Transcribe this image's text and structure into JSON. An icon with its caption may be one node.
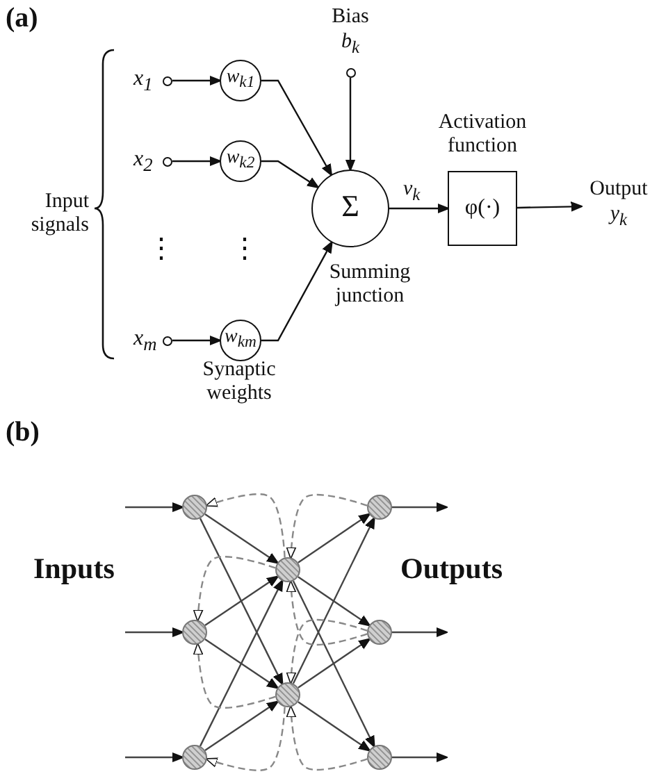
{
  "diagram": {
    "nodes": [
      {
        "text": [
          "x$_{1}$"
        ]
      },
      {
        "text": [
          "w$_{k1}$"
        ]
      },
      {
        "text": [
          "x$_{2}$"
        ]
      },
      {
        "text": [
          "w$_{k2}$"
        ]
      },
      {
        "text": [
          "x$_{m}$"
        ]
      },
      {
        "text": [
          "w$_{km}$"
        ]
      },
      {
        "text": [
          "Σ"
        ],
        "beside": [
          "Summing junction"
        ]
      },
      {
        "text": [
          "Bias",
          "b$_{k}$"
        ]
      },
      {
        "text": [
          "φ(·)"
        ],
        "beside": [
          "Activation function"
        ]
      },
      {
        "text": [
          "Output",
          "y$_{k}$"
        ]
      },
      {
        "text": [],
        "shape": "circle"
      },
      {
        "text": [],
        "shape": "circle"
      },
      {
        "text": [],
        "shape": "circle"
      },
      {
        "text": [],
        "shape": "circle"
      },
      {
        "text": [],
        "shape": "circle"
      },
      {
        "text": [],
        "shape": "circle"
      },
      {
        "text": [],
        "shape": "circle"
      },
      {
        "text": [],
        "shape": "circle"
      }
    ],
    "edges": [
      {
        "from": 0,
        "to": 1,
        "arrow": "to"
      },
      {
        "from": 2,
        "to": 3,
        "arrow": "to"
      },
      {
        "from": 4,
        "to": 5,
        "arrow": "to"
      },
      {
        "from": 1,
        "to": 6,
        "arrow": "to"
      },
      {
        "from": 3,
        "to": 6,
        "arrow": "to"
      },
      {
        "from": 5,
        "to": 6,
        "arrow": "to"
      },
      {
        "from": 7,
        "to": 6,
        "arrow": "to"
      },
      {
        "from": 6,
        "to": 8,
        "arrow": "to",
        "label": "v$_{k}$"
      },
      {
        "from": 8,
        "to": 9,
        "arrow": "to"
      },
      {
        "from": null,
        "to": 10,
        "arrow": "to"
      },
      {
        "from": null,
        "to": 11,
        "arrow": "to"
      },
      {
        "from": null,
        "to": 12,
        "arrow": "to"
      },
      {
        "from": 10,
        "to": 13,
        "arrow": "to"
      },
      {
        "from": 10,
        "to": 14,
        "arrow": "to"
      },
      {
        "from": 11,
        "to": 13,
        "arrow": "to"
      },
      {
        "from": 11,
        "to": 14,
        "arrow": "to"
      },
      {
        "from": 12,
        "to": 13,
        "arrow": "to"
      },
      {
        "from": 12,
        "to": 14,
        "arrow": "to"
      },
      {
        "from": 13,
        "to": 15,
        "arrow": "to"
      },
      {
        "from": 13,
        "to": 16,
        "arrow": "to"
      },
      {
        "from": 13,
        "to": 17,
        "arrow": "to"
      },
      {
        "from": 14,
        "to": 15,
        "arrow": "to"
      },
      {
        "from": 14,
        "to": 16,
        "arrow": "to"
      },
      {
        "from": 14,
        "to": 17,
        "arrow": "to"
      },
      {
        "from": 15,
        "to": null,
        "arrow": "to"
      },
      {
        "from": 16,
        "to": null,
        "arrow": "to"
      },
      {
        "from": 17,
        "to": null,
        "arrow": "to"
      },
      {
        "from": 13,
        "to": 10,
        "arrow": "to",
        "style": "dashed",
        "color": "#888888"
      },
      {
        "from": 13,
        "to": 11,
        "arrow": "to",
        "style": "dashed",
        "color": "#888888"
      },
      {
        "from": 14,
        "to": 11,
        "arrow": "to",
        "style": "dashed",
        "color": "#888888"
      },
      {
        "from": 14,
        "to": 12,
        "arrow": "to",
        "style": "dashed",
        "color": "#888888"
      },
      {
        "from": 15,
        "to": 13,
        "arrow": "to",
        "style": "dashed",
        "color": "#888888"
      },
      {
        "from": 16,
        "to": 13,
        "arrow": "to",
        "style": "dashed",
        "color": "#888888"
      },
      {
        "from": 16,
        "to": 14,
        "arrow": "to",
        "style": "dashed",
        "color": "#888888"
      },
      {
        "from": 17,
        "to": 14,
        "arrow": "to",
        "style": "dashed",
        "color": "#888888"
      }
    ],
    "labels": [
      "(a)",
      "Input signals",
      "⋮",
      "⋮",
      "Synaptic weights",
      "(b)",
      "Inputs",
      "Outputs"
    ]
  }
}
